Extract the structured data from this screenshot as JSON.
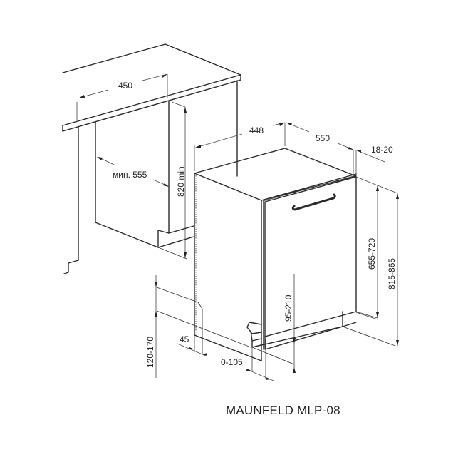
{
  "model_label": "MAUNFELD MLP-08",
  "dimensions": {
    "niche_width": "450",
    "niche_depth_min": "мин. 555",
    "niche_height_min": "820 min.",
    "appliance_width": "448",
    "appliance_depth": "550",
    "door_thickness": "18-20",
    "door_panel_height": "655-720",
    "total_height": "815-865",
    "plinth_height": "120-170",
    "plinth_offset": "45",
    "plinth_gap": "0-105",
    "door_bottom_clearance": "95-210"
  },
  "colors": {
    "line": "#2a2a2a",
    "background": "#ffffff",
    "text": "#222222"
  }
}
